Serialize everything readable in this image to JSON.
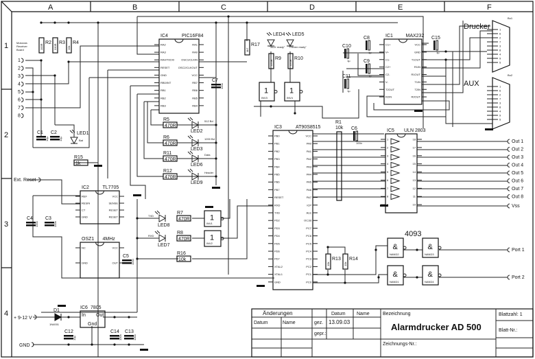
{
  "frame": {
    "columns": [
      "A",
      "B",
      "C",
      "D",
      "E",
      "F"
    ],
    "rows": [
      "1",
      "2",
      "3",
      "4"
    ]
  },
  "components": {
    "ic4": {
      "ref": "IC4",
      "type": "PIC16F84",
      "left": [
        "RA2",
        "RA3",
        "RA4/T0CKI",
        "RESET",
        "GND",
        "RB0/INT",
        "RB1",
        "RB2",
        "RB3"
      ],
      "right": [
        "RA1",
        "RA0",
        "OSC1/CLKIN",
        "OSC2/CLKOUT",
        "VCC",
        "RB7",
        "RB6",
        "RB5",
        "RB4"
      ]
    },
    "ic1": {
      "ref": "IC1",
      "type": "MAX232",
      "left": [
        "C1+",
        "V+",
        "C1-",
        "C2+",
        "C2-",
        "V-",
        "T2OUT",
        "R2IN"
      ],
      "right": [
        "VCC",
        "GND",
        "T1OUT",
        "R1IN",
        "R1OUT",
        "T1IN",
        "T2IN",
        "R2OUT"
      ]
    },
    "ic3": {
      "ref": "IC3",
      "type": "AT90S8515",
      "left": [
        "PB0",
        "PB1",
        "PB2",
        "PB3",
        "PB4",
        "PB5",
        "PB6",
        "PB7",
        "RESET",
        "RXD",
        "TXD",
        "PD2",
        "PD3",
        "PD4",
        "PD5",
        "PD6",
        "PD7",
        "XTAL2",
        "XTAL1",
        "GND"
      ],
      "right": [
        "VCC",
        "PA0",
        "PA1",
        "PA2",
        "PA3",
        "PA4",
        "PA5",
        "PA6",
        "PA7",
        "ICP",
        "ALE",
        "OC1B",
        "PC7",
        "PC6",
        "PC5",
        "PC4",
        "PC3",
        "PC2",
        "PC1",
        "PC0"
      ]
    },
    "ic5": {
      "ref": "IC5",
      "type": "ULN 2803",
      "left": [
        "1",
        "2",
        "3",
        "4",
        "5",
        "6",
        "7",
        "8",
        "9"
      ],
      "right": [
        "18",
        "17",
        "16",
        "15",
        "14",
        "13",
        "12",
        "11",
        "10"
      ]
    },
    "ic2": {
      "ref": "IC2",
      "type": "TL7705",
      "left": [
        "REF",
        "RESIN",
        "CT",
        "GND"
      ],
      "right": [
        "VCC",
        "SENSE",
        "RESET",
        "RESET"
      ]
    },
    "osz1": {
      "ref": "OSZ1",
      "type": "4MHz",
      "left": [
        "NC",
        "GND"
      ],
      "right": [
        "VCC",
        "OUT"
      ]
    },
    "ic6": {
      "ref": "IC6",
      "type": "7805",
      "in": "In",
      "out": "Out",
      "gnd": "Gnd"
    },
    "nand_chip": "4093",
    "gates": [
      "NAND2",
      "NAND3",
      "NAND1",
      "NAND4",
      "INV1",
      "INV2",
      "INV3",
      "INV4"
    ],
    "gate_symbols": {
      "nand": "&",
      "inv": "1"
    },
    "resistors": [
      {
        "ref": "R2",
        "value": "100R"
      },
      {
        "ref": "R3",
        "value": "330R"
      },
      {
        "ref": "R4",
        "value": "10k"
      },
      {
        "ref": "R5",
        "value": "470R"
      },
      {
        "ref": "R6",
        "value": "470R"
      },
      {
        "ref": "R11",
        "value": "470R"
      },
      {
        "ref": "R12",
        "value": "470R"
      },
      {
        "ref": "R15",
        "value": "1k"
      },
      {
        "ref": "R17",
        "value": "4k7"
      },
      {
        "ref": "R9",
        "value": "470R"
      },
      {
        "ref": "R10",
        "value": "470R"
      },
      {
        "ref": "R7",
        "value": "470R"
      },
      {
        "ref": "R8",
        "value": "470R"
      },
      {
        "ref": "R16",
        "value": "10k"
      },
      {
        "ref": "R13",
        "value": "10k"
      },
      {
        "ref": "R14",
        "value": "10k"
      },
      {
        "ref": "R1",
        "value": "10k"
      }
    ],
    "capacitors": [
      {
        "ref": "C1",
        "value": "10µ"
      },
      {
        "ref": "C2",
        "value": "10µ"
      },
      {
        "ref": "C7",
        "value": "100n"
      },
      {
        "ref": "C8",
        "value": "1µ"
      },
      {
        "ref": "C10",
        "value": "1µ"
      },
      {
        "ref": "C9",
        "value": "1µ"
      },
      {
        "ref": "C11",
        "value": "1µ"
      },
      {
        "ref": "C15",
        "value": "1µ"
      },
      {
        "ref": "C6",
        "value": "100n"
      },
      {
        "ref": "C4",
        "value": "100n"
      },
      {
        "ref": "C3",
        "value": "100n"
      },
      {
        "ref": "C5",
        "value": "100n"
      },
      {
        "ref": "C12",
        "value": "10µ"
      },
      {
        "ref": "C14",
        "value": "100n"
      },
      {
        "ref": "C13",
        "value": "100n"
      }
    ],
    "leds": [
      {
        "ref": "LED1",
        "label": "Bat"
      },
      {
        "ref": "LED2",
        "label": "512 Bd"
      },
      {
        "ref": "LED3",
        "label": "1200 Bd"
      },
      {
        "ref": "LED6",
        "label": "Data"
      },
      {
        "ref": "LED9",
        "label": "Header"
      },
      {
        "ref": "LED4",
        "label": "\"AUX ready\""
      },
      {
        "ref": "LED5",
        "label": "\"Printer ready\""
      },
      {
        "ref": "LED8",
        "label": "TXD"
      },
      {
        "ref": "LED7",
        "label": "RXD"
      }
    ],
    "diode": {
      "ref": "D1",
      "value": "1N4001"
    }
  },
  "connectors": {
    "receiver_board": "Motorola Receiver Board",
    "pins": [
      "1",
      "2",
      "3",
      "4",
      "5",
      "6",
      "7",
      "8"
    ],
    "ext_reset": "Ext. Reset",
    "power_in": "+ 9-12 V",
    "gnd": "GND",
    "bu1": {
      "ref": "Bu1",
      "label": "Drucker",
      "pins": [
        "1",
        "6",
        "2",
        "7",
        "3",
        "8",
        "4",
        "9",
        "5"
      ]
    },
    "bu2": {
      "ref": "Bu2",
      "label": "AUX",
      "pins": [
        "1",
        "6",
        "2",
        "7",
        "3",
        "8",
        "4",
        "9",
        "5"
      ]
    },
    "outputs": [
      "Out 1",
      "Out 2",
      "Out 3",
      "Out 4",
      "Out 5",
      "Out 6",
      "Out 7",
      "Out 8",
      "Vss"
    ],
    "ports": [
      "Port 1",
      "Port 2"
    ]
  },
  "title_block": {
    "changes": "Änderungen",
    "date_col": "Datum",
    "name_col": "Name",
    "gez": "gez.",
    "gepr": "gepr.:",
    "date": "13.09.03",
    "designation_label": "Bezeichnung",
    "title": "Alarmdrucker AD 500",
    "sheet_count": "Blattzahl: 1",
    "sheet_no": "Blatt-Nr.:",
    "drawing_no": "Zeichnungs-Nr.:"
  }
}
